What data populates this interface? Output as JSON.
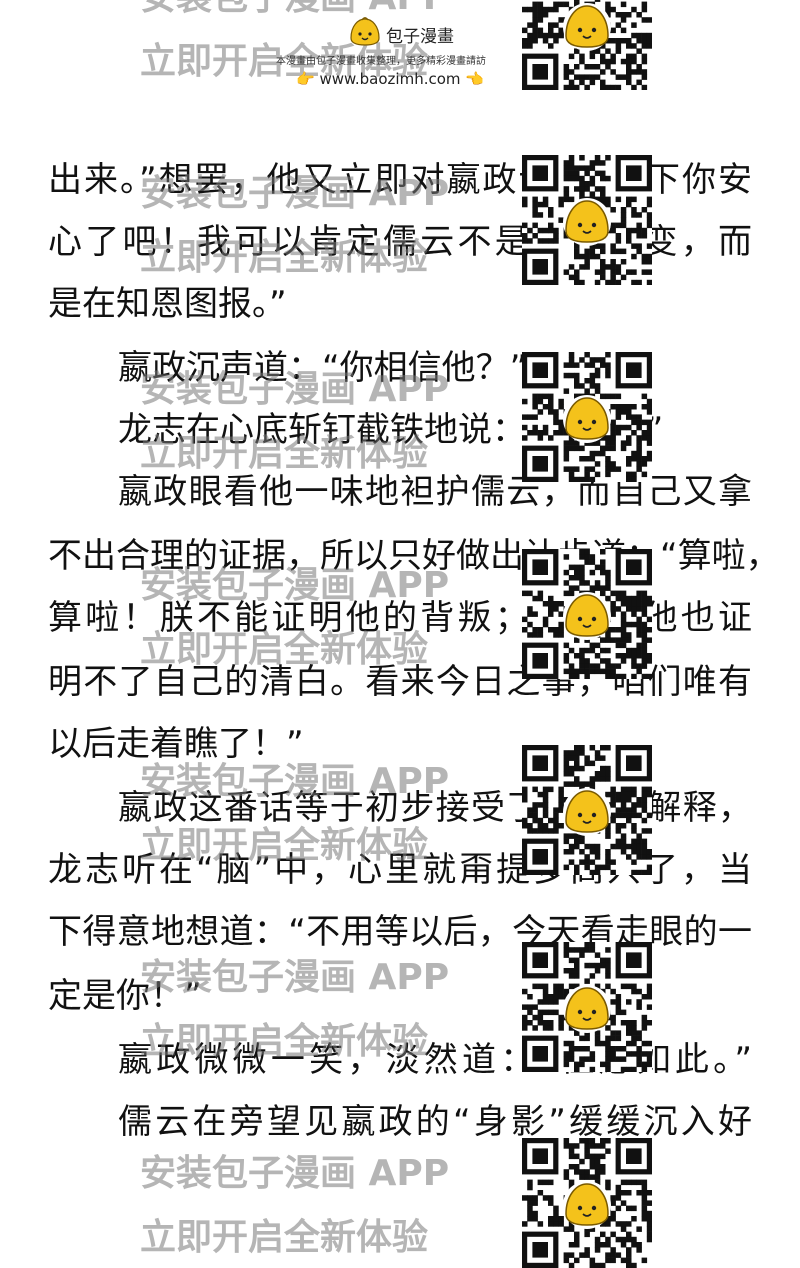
{
  "badge": {
    "site_name": "包子漫畫",
    "tagline": "本漫畫由包子漫畫收集整理，更多精彩漫畫請訪",
    "url": "www.baozimh.com",
    "hand_left": "👉",
    "hand_right": "👈"
  },
  "watermark": {
    "line1": "安装包子漫画 APP",
    "line2": "立即开启全新体验"
  },
  "text": {
    "lines": [
      "出来。”想罢，他又立即对嬴政说：“这下你安",
      "心了吧！我可以肯定儒云不是投敌叛变，而",
      "是在知恩图报。”",
      "嬴政沉声道：“你相信他？”",
      "龙志在心底斩钉截铁地说：“是的！”",
      "嬴政眼看他一味地袒护儒云，而自己又拿",
      "不出合理的证据，所以只好做出让步道：“算啦，",
      "算啦！朕不能证明他的背叛；但是，他也证",
      "明不了自己的清白。看来今日之事，咱们唯有",
      "以后走着瞧了！”",
      "嬴政这番话等于初步接受了龙志的解释，",
      "龙志听在“脑”中，心里就甭提多高兴了，当",
      "下得意地想道：“不用等以后，今天看走眼的一",
      "定是你！”",
      "嬴政微微一笑，淡然道：“但愿如此。”",
      "儒云在旁望见嬴政的“身影”缓缓沉入好"
    ]
  },
  "colors": {
    "mascot_yellow": "#f4c21b",
    "watermark_gray": "#8a8a8a"
  }
}
